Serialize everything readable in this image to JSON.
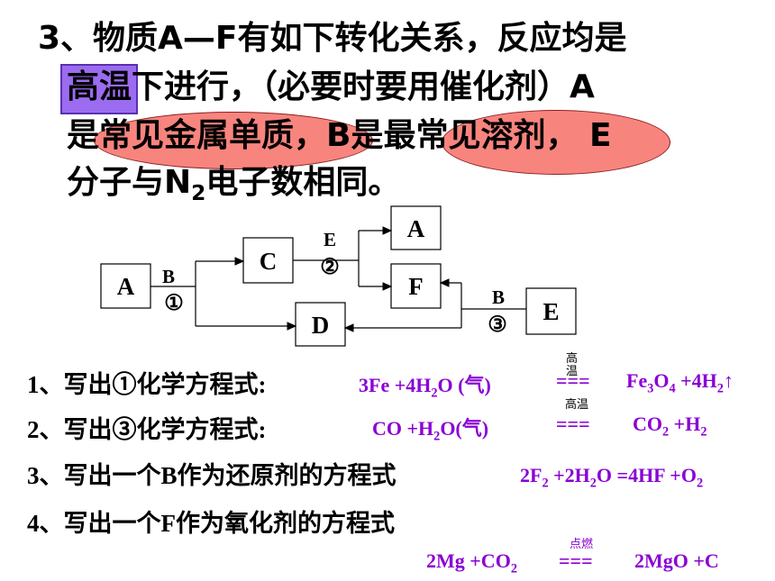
{
  "problem": {
    "line1": "3、物质A—F有如下转化关系，反应均是",
    "line2_highlight": "高温",
    "line2_rest": "下进行，（必要时要用催化剂）A",
    "line3_a": "是",
    "line3_b": "常见金属单质，",
    "line3_c": "B是",
    "line3_d": "最常见溶剂，",
    "line3_e": "E",
    "line4_a": "分子与N",
    "line4_sub": "2",
    "line4_b": "电子数相同。"
  },
  "diagram": {
    "box_a": "A",
    "box_c": "C",
    "box_a2": "A",
    "box_f": "F",
    "box_d": "D",
    "box_e": "E",
    "label_b1": "B",
    "label_c1": "①",
    "label_e": "E",
    "label_c2": "②",
    "label_b3": "B",
    "label_c3": "③"
  },
  "questions": [
    {
      "text": "1、写出①化学方程式:"
    },
    {
      "text": "2、写出③化学方程式:"
    },
    {
      "text": "3、写出一个B作为还原剂的方程式"
    },
    {
      "text": "4、写出一个F作为氧化剂的方程式"
    }
  ],
  "equations": {
    "eq1": {
      "lhs_a": "3Fe +4H",
      "lhs_sub": "2",
      "lhs_b": "O (气)",
      "cond": "高温",
      "sign": "===",
      "rhs_a": "Fe",
      "rhs_sub1": "3",
      "rhs_b": "O",
      "rhs_sub2": "4",
      "rhs_c": " +4H",
      "rhs_sub3": "2",
      "rhs_d": "↑"
    },
    "eq2": {
      "lhs_a": "CO +H",
      "lhs_sub": "2",
      "lhs_b": "O(气)",
      "cond": "高温",
      "sign": "===",
      "rhs_a": "CO",
      "rhs_sub1": "2",
      "rhs_b": " +H",
      "rhs_sub2": "2"
    },
    "eq3": {
      "a": "2F",
      "s1": "2",
      "b": " +2H",
      "s2": "2",
      "c": "O =4HF +O",
      "s3": "2"
    },
    "eq4": {
      "lhs_a": "2Mg +CO",
      "lhs_sub": "2",
      "cond": "点燃",
      "sign": "===",
      "rhs": "2MgO +C"
    }
  },
  "colors": {
    "equation": "#8a00d4",
    "highlight_box": "#9b6cf0",
    "ellipse_fill": "#f6625a"
  }
}
